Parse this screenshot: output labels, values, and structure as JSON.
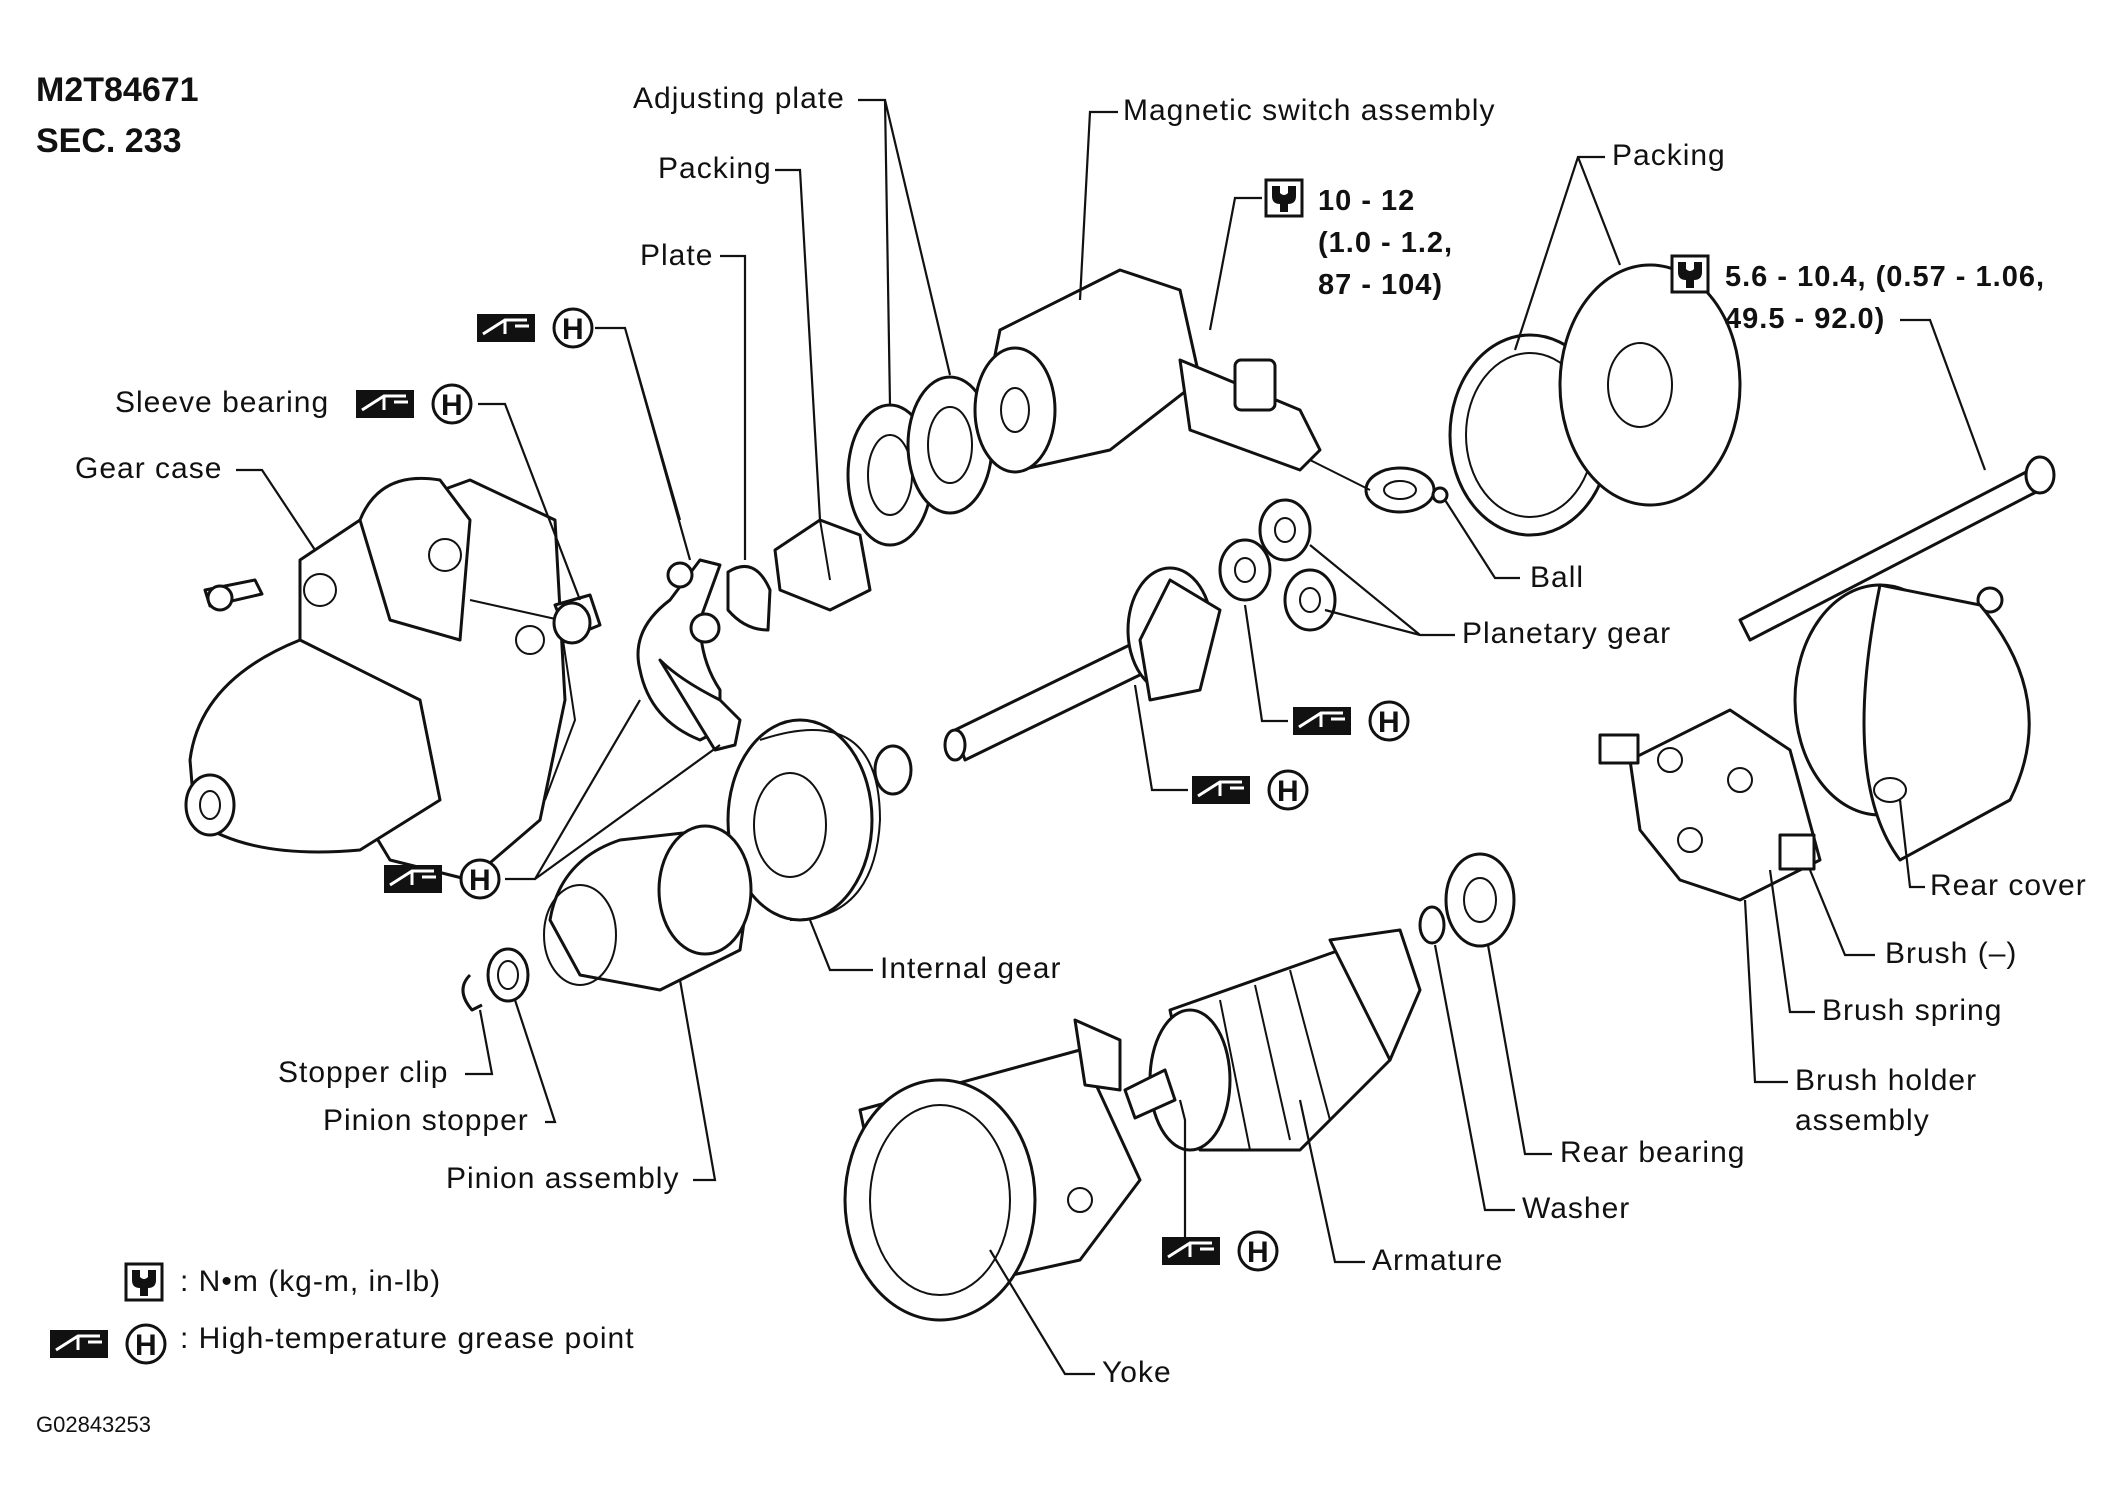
{
  "header": {
    "line1": "M2T84671",
    "line2": "SEC. 233"
  },
  "labels": {
    "adjusting_plate": "Adjusting plate",
    "magnetic_switch": "Magnetic switch assembly",
    "packing_left": "Packing",
    "packing_right": "Packing",
    "plate": "Plate",
    "sleeve_bearing": "Sleeve bearing",
    "gear_case": "Gear case",
    "ball": "Ball",
    "planetary_gear": "Planetary gear",
    "rear_cover": "Rear cover",
    "brush_neg": "Brush (–)",
    "brush_spring": "Brush spring",
    "brush_holder_1": "Brush holder",
    "brush_holder_2": "assembly",
    "internal_gear": "Internal gear",
    "stopper_clip": "Stopper clip",
    "pinion_stopper": "Pinion stopper",
    "pinion_assembly": "Pinion assembly",
    "rear_bearing": "Rear bearing",
    "washer": "Washer",
    "armature": "Armature",
    "yoke": "Yoke"
  },
  "torque_specs": {
    "switch_line1": "10 - 12",
    "switch_line2": "(1.0 - 1.2,",
    "switch_line3": "87 - 104)",
    "bolt_line1": "5.6 - 10.4, (0.57 - 1.06,",
    "bolt_line2": "49.5 - 92.0)"
  },
  "legend": {
    "torque_text": ": N•m (kg-m, in-lb)",
    "grease_text": ": High-temperature grease point"
  },
  "grease_symbol_letter": "H",
  "footer": {
    "code": "G02843253"
  },
  "icons": [
    "torque-wrench-icon",
    "grease-gun-icon",
    "h-circle-icon"
  ]
}
